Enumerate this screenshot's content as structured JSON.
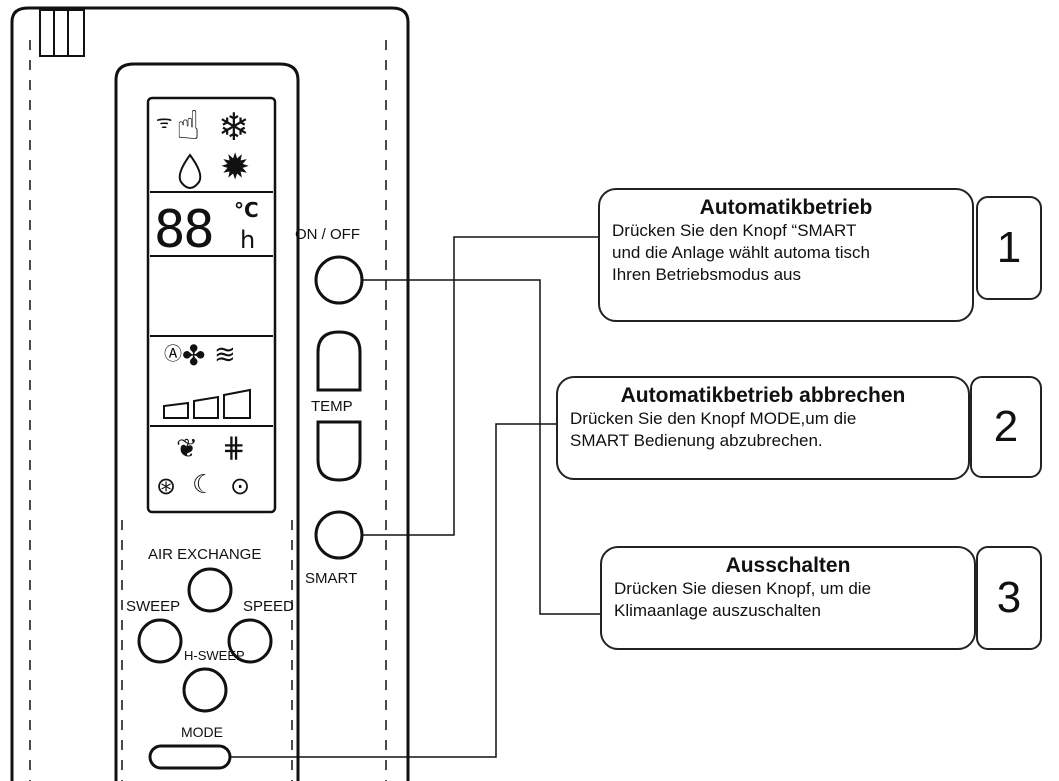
{
  "remote": {
    "display": {
      "digits": "88",
      "unit_celsius": "°C",
      "unit_hours": "h"
    },
    "buttons": {
      "on_off": "ON / OFF",
      "temp": "TEMP",
      "smart": "SMART",
      "air_exchange": "AIR EXCHANGE",
      "sweep": "SWEEP",
      "speed": "SPEED",
      "h_sweep": "H-SWEEP",
      "mode": "MODE"
    },
    "icons": {
      "signal": "signal-icon",
      "hand": "hand-icon",
      "snowflake": "snowflake-icon",
      "drop": "water-drop-icon",
      "sun": "sun-icon",
      "auto_fan": "auto-fan-icon",
      "fan": "fan-icon",
      "heat": "heat-waves-icon",
      "fan_speed": "fan-speed-bars-icon",
      "leaf": "leaf-icon",
      "defrost": "defrost-icon",
      "air_exchange": "air-exchange-icon",
      "sleep": "sleep-moon-icon",
      "timer": "timer-icon"
    }
  },
  "callouts": [
    {
      "title": "Automatikbetrieb",
      "lines": [
        "Drücken  Sie  den  Knopf  “SMART",
        "und die Anlage wählt automa tisch",
        "Ihren Betriebsmodus aus"
      ],
      "number": "1"
    },
    {
      "title": "Automatikbetrieb abbrechen",
      "lines": [
        "Drücken Sie den Knopf MODE,um die",
        "SMART Bedienung abzubrechen."
      ],
      "number": "2"
    },
    {
      "title": "Ausschalten",
      "lines": [
        "Drücken Sie diesen Knopf, um die",
        "Klimaanlage auszuschalten"
      ],
      "number": "3"
    }
  ]
}
